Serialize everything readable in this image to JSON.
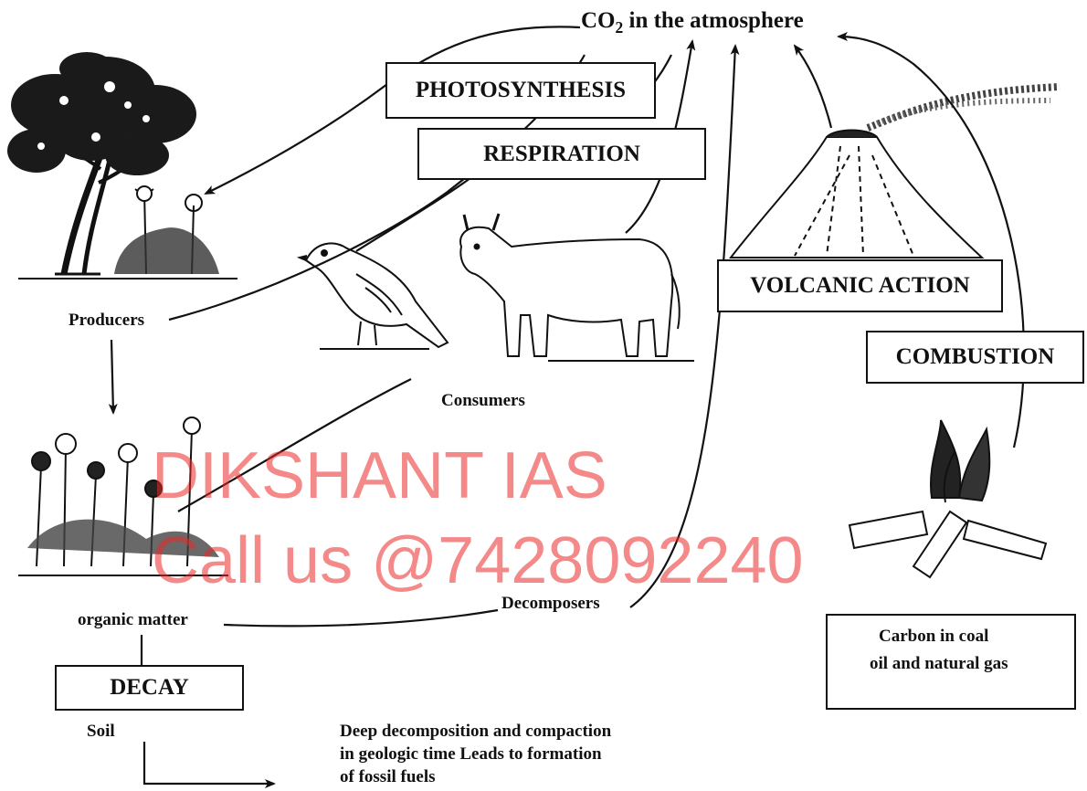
{
  "atmosphere": {
    "prefix": "CO",
    "subscript": "2",
    "suffix": " in the atmosphere"
  },
  "processes": {
    "photosynthesis": "PHOTOSYNTHESIS",
    "respiration": "RESPIRATION",
    "volcanic_action": "VOLCANIC ACTION",
    "combustion": "COMBUSTION",
    "decay": "DECAY"
  },
  "nodes": {
    "producers": "Producers",
    "consumers": "Consumers",
    "decomposers": "Decomposers",
    "organic_matter": "organic matter",
    "soil": "Soil"
  },
  "fossil_store": {
    "line1": "Carbon in coal",
    "line2": "oil and natural gas"
  },
  "fossil_note": {
    "line1": "Deep decomposition and compaction",
    "line2": "in geologic time Leads to formation",
    "line3": "of fossil fuels"
  },
  "watermark": {
    "line1": "DIKSHANT IAS",
    "line2": "Call us @7428092240",
    "color": "#eb2828"
  }
}
